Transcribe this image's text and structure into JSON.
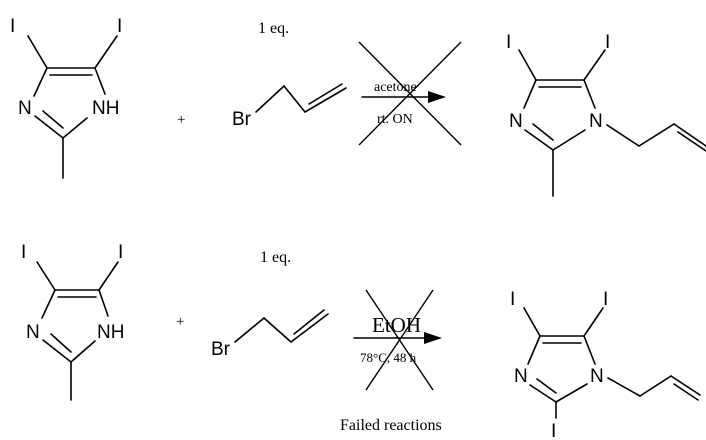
{
  "reaction1": {
    "reactant_atoms": {
      "i_left": "I",
      "i_right": "I",
      "n": "N",
      "nh": "NH"
    },
    "plus": "+",
    "equiv": "1 eq.",
    "reagent_br": "Br",
    "condition_top": "acetone",
    "condition_bottom": "rt. ON",
    "product_atoms": {
      "i_left": "I",
      "i_right": "I",
      "n": "N",
      "n1": "N"
    }
  },
  "reaction2": {
    "reactant_atoms": {
      "i_left": "I",
      "i_right": "I",
      "n": "N",
      "nh": "NH"
    },
    "plus": "+",
    "equiv": "1 eq.",
    "reagent_br": "Br",
    "condition_top": "EtOH",
    "condition_bottom": "78°C, 48 h",
    "product_atoms": {
      "i_left": "I",
      "i_right": "I",
      "n": "N",
      "n1": "N",
      "i_bottom": "I"
    }
  },
  "caption": "Failed reactions"
}
